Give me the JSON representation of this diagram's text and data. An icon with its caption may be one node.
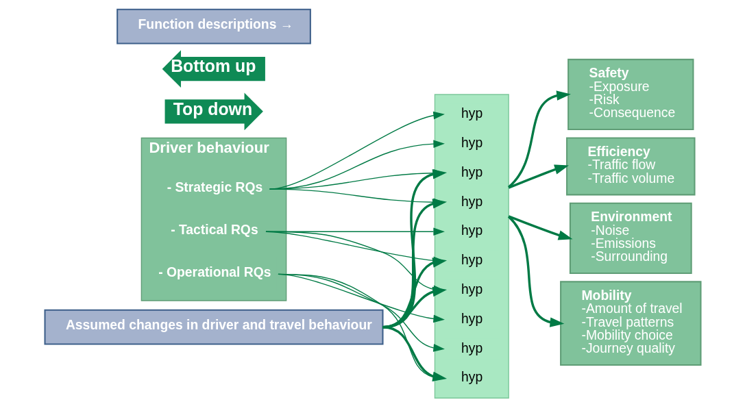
{
  "diagram": {
    "nodes": [
      {
        "text": [
          "Safety",
          "-Exposure",
          "-Risk",
          "-Consequence"
        ]
      },
      {
        "text": [
          "Efficiency",
          "-Traffic flow",
          "-Traffic volume"
        ]
      },
      {
        "text": [
          "Environment",
          "-Noise",
          "-Emissions",
          "-Surrounding"
        ]
      },
      {
        "text": [
          "Mobility",
          "-Amount of travel",
          "-Travel patterns",
          "-Mobility choice",
          "-Journey quality"
        ]
      },
      {
        "text": [
          "Top down"
        ]
      },
      {
        "text": [
          "Bottom up"
        ]
      },
      {
        "text": [
          "Driver behaviour"
        ]
      },
      {
        "text": [
          "- Strategic RQs"
        ],
        "in": 6
      },
      {
        "text": [
          "- Tactical RQs"
        ],
        "in": 6
      },
      {
        "text": [
          "- Operational RQs"
        ],
        "in": 6
      },
      {
        "text": [],
        "shape": "box"
      },
      {
        "text": [
          "hyp"
        ],
        "in": 10
      },
      {
        "text": [
          "hyp"
        ],
        "in": 10
      },
      {
        "text": [
          "hyp"
        ],
        "in": 10
      },
      {
        "text": [
          "hyp"
        ],
        "in": 10
      },
      {
        "text": [
          "hyp"
        ],
        "in": 10
      },
      {
        "text": [
          "hyp"
        ],
        "in": 10
      },
      {
        "text": [
          "hyp"
        ],
        "in": 10
      },
      {
        "text": [
          "hyp"
        ],
        "in": 10
      },
      {
        "text": [
          "hyp"
        ],
        "in": 10
      },
      {
        "text": [
          "hyp"
        ],
        "in": 10
      },
      {
        "text": [
          "Function descriptions →"
        ]
      },
      {
        "text": [
          "Assumed changes in driver and travel behaviour"
        ]
      }
    ],
    "edges": [
      {
        "from": 10,
        "to": 0,
        "arrow": "to",
        "style": "thick"
      },
      {
        "from": 10,
        "to": 1,
        "arrow": "to",
        "style": "thick"
      },
      {
        "from": 10,
        "to": 2,
        "arrow": "to",
        "style": "thick"
      },
      {
        "from": 10,
        "to": 3,
        "arrow": "to",
        "style": "thick"
      },
      {
        "from": 7,
        "to": 11,
        "arrow": "to"
      },
      {
        "from": 7,
        "to": 12,
        "arrow": "to"
      },
      {
        "from": 7,
        "to": 13,
        "arrow": "to"
      },
      {
        "from": 7,
        "to": 14,
        "arrow": "to"
      },
      {
        "from": 8,
        "to": 15,
        "arrow": "to"
      },
      {
        "from": 8,
        "to": 16,
        "arrow": "to"
      },
      {
        "from": 8,
        "to": 17,
        "arrow": "to"
      },
      {
        "from": 9,
        "to": 18,
        "arrow": "to"
      },
      {
        "from": 9,
        "to": 19,
        "arrow": "to"
      },
      {
        "from": 9,
        "to": 20,
        "arrow": "to"
      },
      {
        "from": 22,
        "to": 11,
        "arrow": "to",
        "style": "thick"
      },
      {
        "from": 22,
        "to": 13,
        "arrow": "to",
        "style": "thick"
      },
      {
        "from": 22,
        "to": 15,
        "arrow": "to",
        "style": "thick"
      },
      {
        "from": 22,
        "to": 17,
        "arrow": "to",
        "style": "thick"
      },
      {
        "from": 22,
        "to": 19,
        "arrow": "to",
        "style": "thick"
      }
    ]
  }
}
